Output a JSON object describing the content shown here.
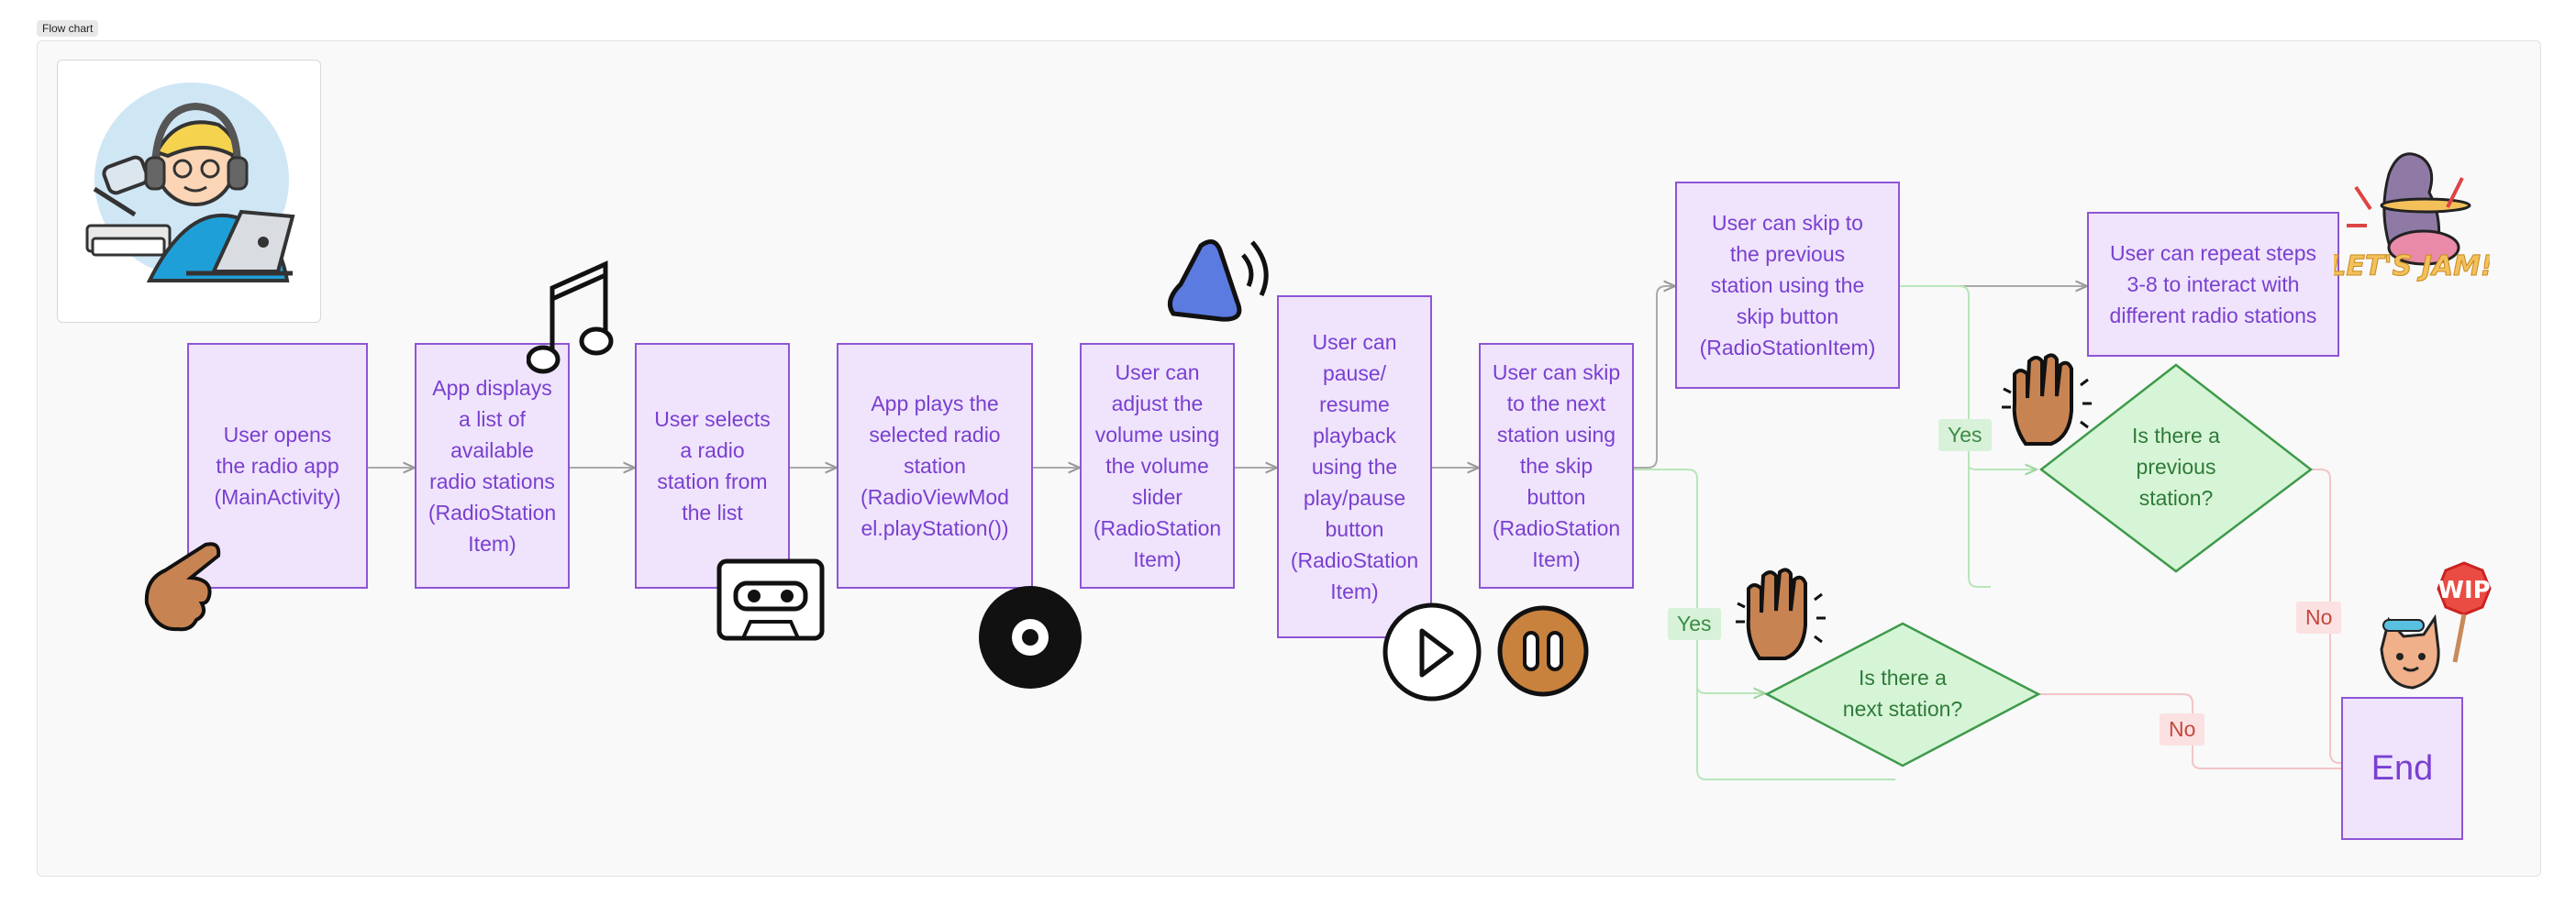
{
  "frame": {
    "tag": "Flow chart"
  },
  "steps": [
    {
      "text": "User opens\nthe radio app\n(MainActivity)"
    },
    {
      "text": "App displays\na list of\navailable\nradio stations\n(RadioStation\nItem)"
    },
    {
      "text": "User selects\na radio\nstation from\nthe list"
    },
    {
      "text": "App plays the\nselected radio\nstation\n(RadioViewMod\nel.playStation())"
    },
    {
      "text": "User can\nadjust the\nvolume using\nthe volume\nslider\n(RadioStation\nItem)"
    },
    {
      "text": "User can\npause/\nresume\nplayback\nusing the\nplay/pause\nbutton\n(RadioStation\nItem)"
    },
    {
      "text": "User can skip\nto the next\nstation using\nthe skip\nbutton\n(RadioStation\nItem)"
    },
    {
      "text": "User can skip to\nthe previous\nstation using the\nskip button\n(RadioStationItem)"
    },
    {
      "text": "User can repeat steps\n3-8 to interact with\ndifferent radio stations"
    }
  ],
  "end_node": {
    "text": "End"
  },
  "decisions": {
    "previous": "Is there a\nprevious\nstation?",
    "next": "Is there a\nnext station?"
  },
  "edge_labels": {
    "yes": "Yes",
    "no": "No"
  },
  "stickers": {
    "wip": "WIP",
    "lets_jam": "LET'S JAM!"
  },
  "colors": {
    "node_fill": "#efe4fc",
    "node_border": "#8e55d6",
    "node_text": "#7a3fd0",
    "decision_fill": "#d6f5d6",
    "decision_border": "#3e9a4a",
    "yes_edge": "#b8e6b9",
    "no_edge": "#f4c4c4",
    "arrow": "#aaaaaa"
  }
}
